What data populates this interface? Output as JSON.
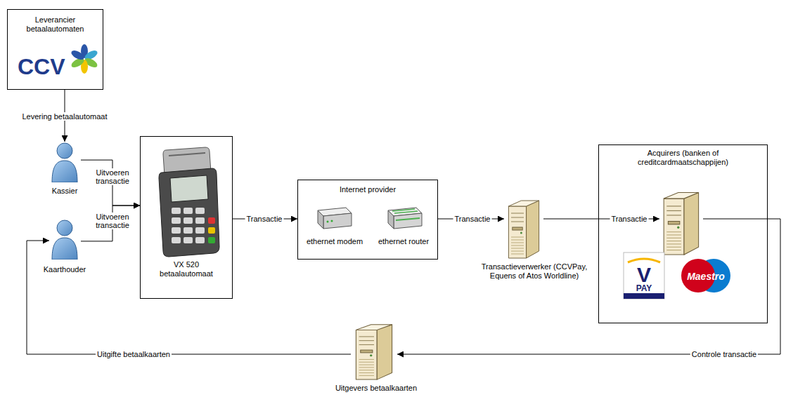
{
  "diagram": {
    "nodes": [
      {
        "text": [
          "Leverancier betaalautomaten",
          "CCV"
        ]
      },
      {
        "text": [
          "Kassier"
        ]
      },
      {
        "text": [
          "Kaarthouder"
        ]
      },
      {
        "text": [
          "VX 520 betaalautomaat"
        ]
      },
      {
        "text": [
          "Internet provider"
        ]
      },
      {
        "text": [
          "ethernet modem"
        ],
        "in": 4
      },
      {
        "text": [
          "ethernet router"
        ],
        "in": 4
      },
      {
        "text": [
          "Transactieverwerker (CCVPay, Equens of Atos Worldline)"
        ]
      },
      {
        "text": [
          "Acquirers (banken of creditcardmaatschappijen)"
        ]
      },
      {
        "text": [
          "Uitgevers betaalkaarten"
        ]
      }
    ],
    "edges": [
      {
        "from": 0,
        "to": 1,
        "label": "Levering betaalautomaat",
        "arrow": "to"
      },
      {
        "from": 1,
        "to": 3,
        "label": "Uitvoeren transactie",
        "arrow": "to"
      },
      {
        "from": 2,
        "to": 3,
        "label": "Uitvoeren transactie",
        "arrow": "to"
      },
      {
        "from": 3,
        "to": 4,
        "label": "Transactie",
        "arrow": "to"
      },
      {
        "from": 4,
        "to": 7,
        "label": "Transactie",
        "arrow": "to"
      },
      {
        "from": 7,
        "to": 8,
        "label": "Transactie",
        "arrow": "to"
      },
      {
        "from": 8,
        "to": 9,
        "label": "Controle transactie",
        "arrow": "to"
      },
      {
        "from": 9,
        "to": 2,
        "label": "Uitgifte betaalkaarten",
        "arrow": "to"
      }
    ],
    "labels": [
      "V",
      "PAY",
      "Maestro"
    ]
  }
}
